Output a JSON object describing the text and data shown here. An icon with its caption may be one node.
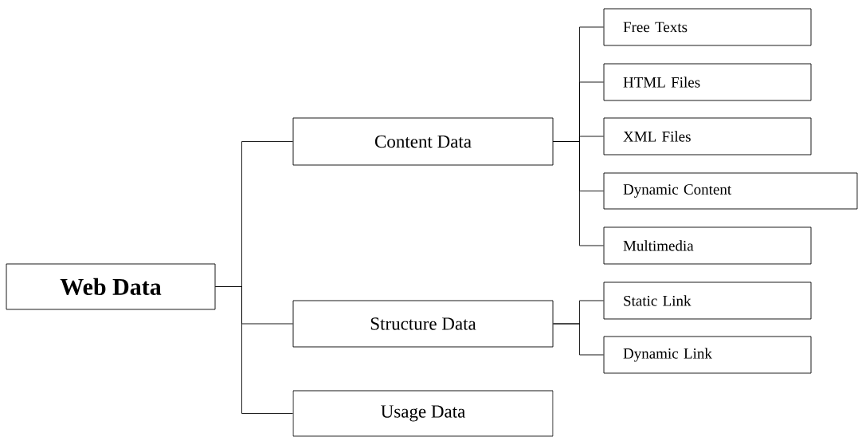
{
  "diagram": {
    "nodes": [
      {
        "text": [
          "Web Data"
        ]
      },
      {
        "text": [
          "Content Data"
        ]
      },
      {
        "text": [
          "Structure Data"
        ]
      },
      {
        "text": [
          "Usage Data"
        ]
      },
      {
        "text": [
          "Free Texts"
        ]
      },
      {
        "text": [
          "HTML Files"
        ]
      },
      {
        "text": [
          "XML Files"
        ]
      },
      {
        "text": [
          "Dynamic Content"
        ]
      },
      {
        "text": [
          "Multimedia"
        ]
      },
      {
        "text": [
          "Static Link"
        ]
      },
      {
        "text": [
          "Dynamic Link"
        ]
      }
    ],
    "edges": [
      {
        "from": 0,
        "to": 1,
        "arrow": "none"
      },
      {
        "from": 0,
        "to": 2,
        "arrow": "none"
      },
      {
        "from": 0,
        "to": 3,
        "arrow": "none"
      },
      {
        "from": 1,
        "to": 4,
        "arrow": "none"
      },
      {
        "from": 1,
        "to": 5,
        "arrow": "none"
      },
      {
        "from": 1,
        "to": 6,
        "arrow": "none"
      },
      {
        "from": 1,
        "to": 7,
        "arrow": "none"
      },
      {
        "from": 1,
        "to": 8,
        "arrow": "none"
      },
      {
        "from": 2,
        "to": 9,
        "arrow": "none"
      },
      {
        "from": 2,
        "to": 10,
        "arrow": "none"
      }
    ]
  }
}
